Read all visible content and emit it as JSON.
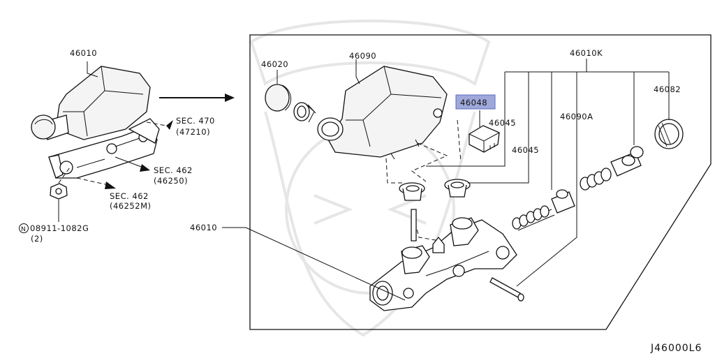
{
  "callouts": {
    "left_reservoir_assy": "46010",
    "sec470": "SEC. 470",
    "sec470_sub": "(47210)",
    "sec462a": "SEC. 462",
    "sec462a_sub": "(46250)",
    "sec462b": "SEC. 462",
    "sec462b_sub": "(46252M)",
    "nut_part": "08911-1082G",
    "nut_qty": "(2)",
    "cap": "46020",
    "reservoir": "46090",
    "highlighted_part": "46048",
    "grommet_a": "46045",
    "grommet_b": "46045",
    "piston_kit": "46010K",
    "piston_assy": "46090A",
    "seal_ring": "46082",
    "master_cylinder": "46010",
    "diagram_code": "J46000L6"
  },
  "colors": {
    "highlight": "#9fa8da"
  }
}
